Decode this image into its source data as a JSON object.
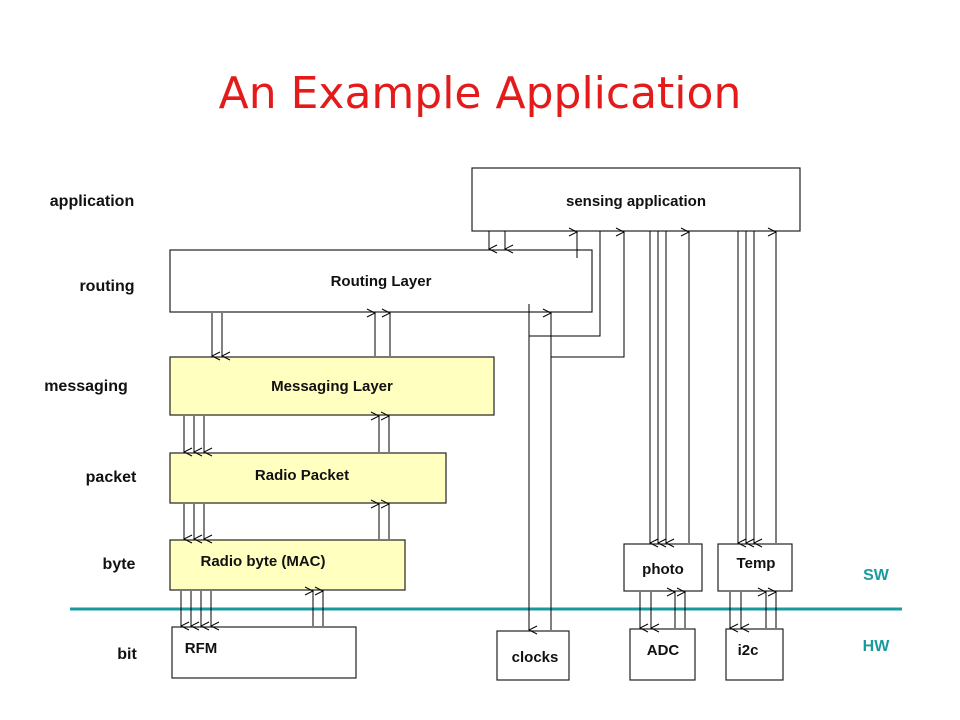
{
  "title": "An Example Application",
  "layers": [
    "application",
    "routing",
    "messaging",
    "packet",
    "byte",
    "bit"
  ],
  "blocks": {
    "sensing": "sensing application",
    "routing": "Routing Layer",
    "messaging": "Messaging Layer",
    "packet": "Radio Packet",
    "byte": "Radio byte (MAC)",
    "rfm": "RFM",
    "clocks": "clocks",
    "adc": "ADC",
    "i2c": "i2c",
    "photo": "photo",
    "temp": "Temp"
  },
  "divider": {
    "sw": "SW",
    "hw": "HW",
    "color": "#1a9a9e"
  },
  "colors": {
    "title": "#e31b1b",
    "yellow_box": "#ffffc0"
  }
}
